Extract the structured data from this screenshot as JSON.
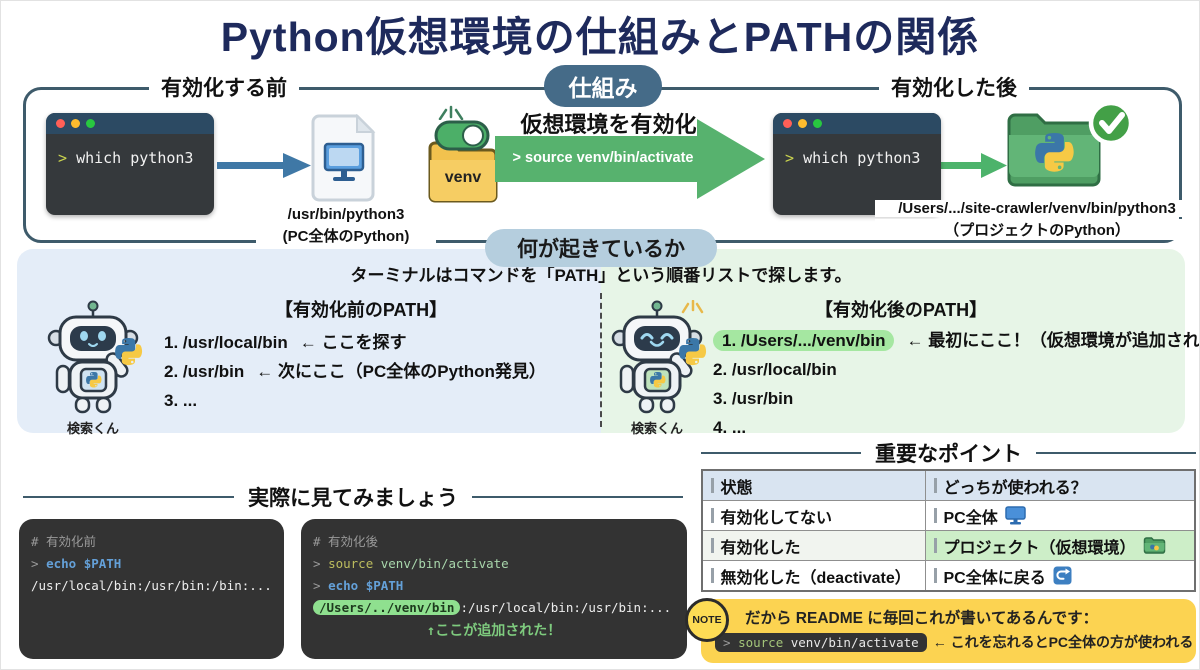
{
  "title": "Python仮想環境の仕組みとPATHの関係",
  "colors": {
    "title_navy": "#1e2a5c",
    "box_border": "#3e5b6b",
    "badge_slate": "#456b88",
    "badge_lightblue": "#b5cede",
    "band_blue": "#e4edf8",
    "band_green": "#e7f5e7",
    "arrow_blue": "#3f78a6",
    "arrow_green": "#4db36b",
    "highlight_green": "#a5e7a1",
    "table_header_blue": "#d9e4f1",
    "table_highlight_green": "#cdeec8",
    "note_yellow": "#fcd351",
    "terminal_bg": "#333333"
  },
  "top": {
    "before": {
      "heading": "有効化する前",
      "prompt": ">",
      "command": "which python3",
      "result_path": "/usr/bin/python3",
      "result_note": "(PC全体のPython)"
    },
    "mechanism": {
      "badge": "仕組み",
      "action_title": "仮想環境を有効化",
      "command": "> source venv/bin/activate",
      "venv_label": "venv"
    },
    "after": {
      "heading": "有効化した後",
      "prompt": ">",
      "command": "which python3",
      "result_path": "/Users/.../site-crawler/venv/bin/python3",
      "result_note": "（プロジェクトのPython）"
    }
  },
  "middle": {
    "badge": "何が起きているか",
    "subtitle": "ターミナルはコマンドを「PATH」という順番リストで探します。",
    "before_path": {
      "heading": "【有効化前のPATH】",
      "mascot": "検索くん",
      "items": [
        {
          "text": "1. /usr/local/bin",
          "note": "← ここを探す"
        },
        {
          "text": "2. /usr/bin",
          "note": "← 次にここ（PC全体のPython発見）"
        },
        {
          "text": "3. ...",
          "note": ""
        }
      ]
    },
    "after_path": {
      "heading": "【有効化後のPATH】",
      "mascot": "検索くん",
      "items": [
        {
          "text": "1. /Users/.../venv/bin",
          "note": "← 最初にここ！（仮想環境が追加される）"
        },
        {
          "text": "2. /usr/local/bin",
          "note": ""
        },
        {
          "text": "3. /usr/bin",
          "note": ""
        },
        {
          "text": "4. ...",
          "note": ""
        }
      ]
    }
  },
  "demo": {
    "heading": "実際に見てみましょう",
    "terminal_before": {
      "comment": "# 有効化前",
      "prompt": ">",
      "command": "echo $PATH",
      "output": "/usr/local/bin:/usr/bin:/bin:..."
    },
    "terminal_after": {
      "comment": "# 有効化後",
      "prompt1": ">",
      "keyword1": "source",
      "rest1": "venv/bin/activate",
      "prompt2": ">",
      "command2": "echo $PATH",
      "output_highlight": "/Users/../venv/bin",
      "output_rest": ":/usr/local/bin:/usr/bin:...",
      "caption": "↑ここが追加された！"
    }
  },
  "points": {
    "heading": "重要なポイント",
    "table": {
      "headers": [
        "状態",
        "どっちが使われる？"
      ],
      "rows": [
        {
          "state": "有効化してない",
          "result": "PC全体"
        },
        {
          "state": "有効化した",
          "result": "プロジェクト（仮想環境）"
        },
        {
          "state": "無効化した（deactivate）",
          "result": "PC全体に戻る"
        }
      ]
    }
  },
  "note": {
    "badge": "NOTE",
    "text": "だから README に毎回これが書いてあるんです：",
    "prompt": ">",
    "keyword": "source",
    "rest": "venv/bin/activate",
    "caption": "← これを忘れるとPC全体の方が使われる"
  }
}
